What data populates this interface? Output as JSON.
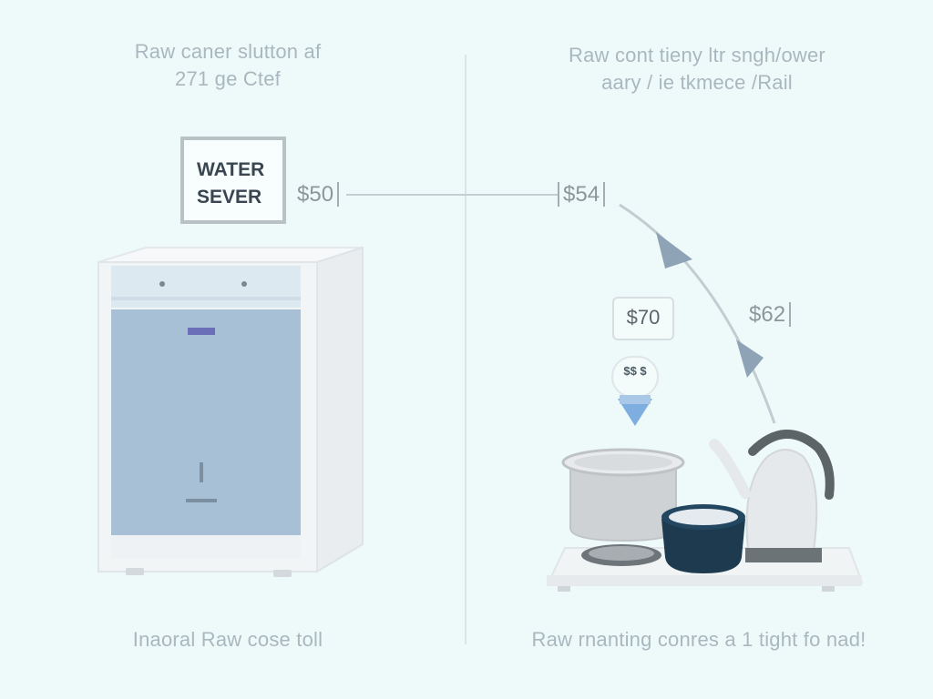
{
  "left": {
    "caption_line1": "Raw caner slutton af",
    "caption_line2": "271 ge Ctef",
    "sign_line1": "WATER",
    "sign_line2": "SEVER",
    "price": "$50",
    "bottom_caption": "Inaoral Raw cose toll"
  },
  "right": {
    "caption_line1": "Raw cont tieny ltr sngh/ower",
    "caption_line2": "aary / ie tkmece /Rail",
    "price_top": "$54",
    "price_mid": "$62",
    "price_badge": "$70",
    "drop_label": "$$ $",
    "bottom_caption": "Raw rnanting conres a 1 tight fo nad!"
  },
  "colors": {
    "background": "#eefafa",
    "dispenser_body": "#a8c0d6",
    "pot": "#cfd2d4",
    "bowl": "#1d3a4e",
    "kettle": "#e6e9eb",
    "kettle_handle": "#5d6468",
    "water_drop": "#7eaedf"
  }
}
